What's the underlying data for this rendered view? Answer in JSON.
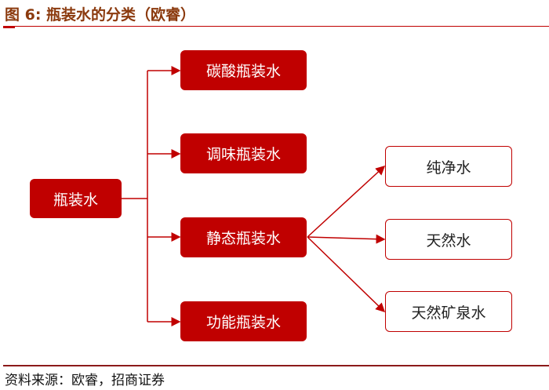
{
  "title": "图 6:  瓶装水的分类（欧睿）",
  "root": "瓶装水",
  "categories": [
    "碳酸瓶装水",
    "调味瓶装水",
    "静态瓶装水",
    "功能瓶装水"
  ],
  "subcategories": [
    "纯净水",
    "天然水",
    "天然矿泉水"
  ],
  "source": "资料来源：欧睿，招商证券",
  "colors": {
    "accent": "#c00000"
  }
}
